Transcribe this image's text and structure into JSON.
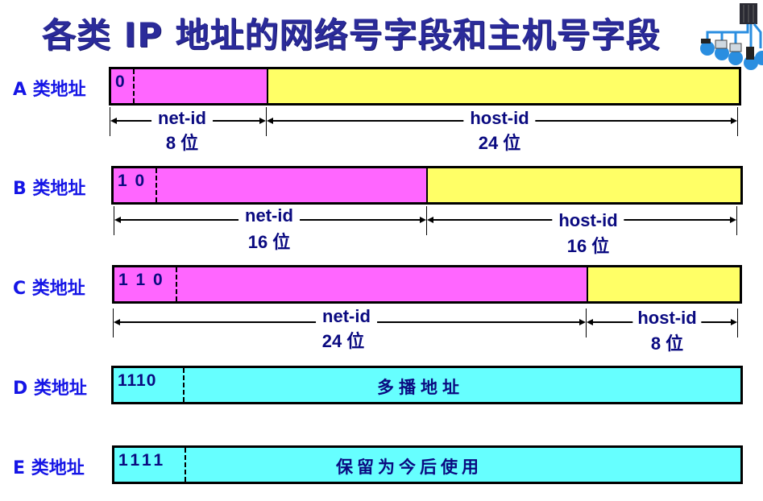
{
  "title": "各类 IP 地址的网络号字段和主机号字段",
  "logo_icon": "network-servers-icon",
  "colors": {
    "title": "#2b2b9a",
    "row_label": "#1515e6",
    "net_id_fill": "#ff66ff",
    "host_id_fill": "#ffff66",
    "special_fill": "#66ffff",
    "text_dark": "#0a0a80"
  },
  "classes": [
    {
      "label": "A 类地址",
      "prefix": "0",
      "net_label": "net-id",
      "net_bits": "8 位",
      "host_label": "host-id",
      "host_bits": "24 位"
    },
    {
      "label": "B 类地址",
      "prefix": "1 0",
      "net_label": "net-id",
      "net_bits": "16 位",
      "host_label": "host-id",
      "host_bits": "16 位"
    },
    {
      "label": "C 类地址",
      "prefix": "1 1 0",
      "net_label": "net-id",
      "net_bits": "24 位",
      "host_label": "host-id",
      "host_bits": "8 位"
    },
    {
      "label": "D 类地址",
      "prefix": "1110",
      "body_text": "多播地址"
    },
    {
      "label": "E 类地址",
      "prefix": "1111",
      "body_text": "保留为今后使用"
    }
  ]
}
